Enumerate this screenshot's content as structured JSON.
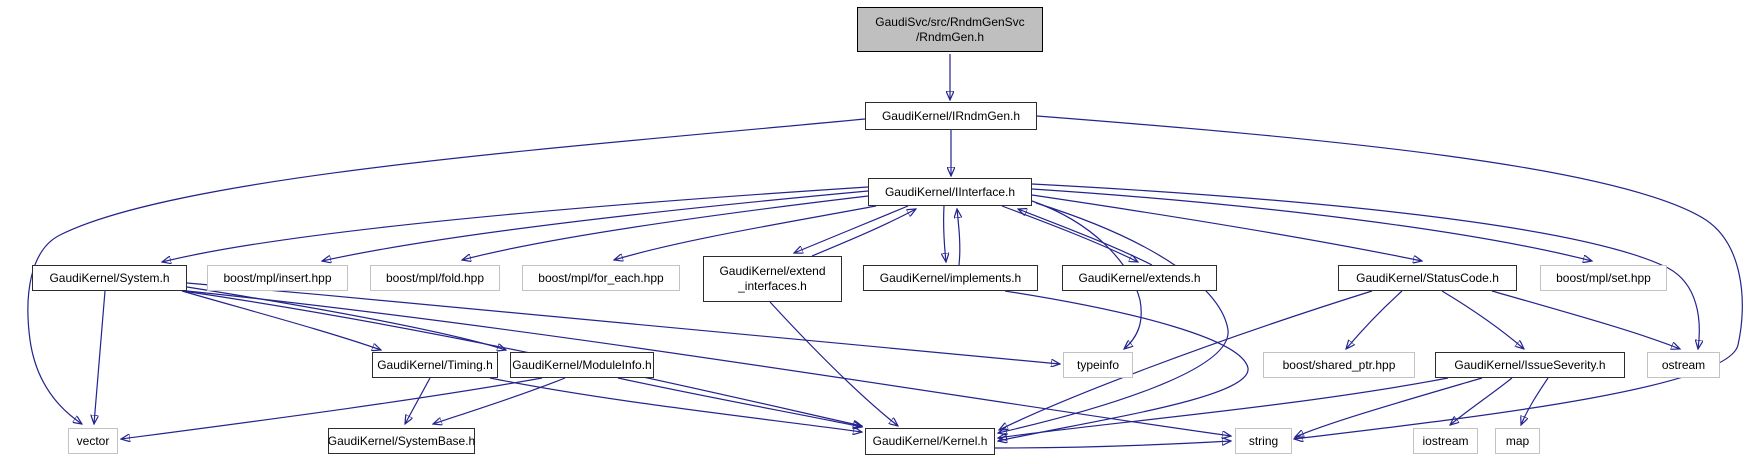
{
  "diagram": {
    "kind": "include-dependency-graph",
    "root_file": "GaudiSvc/src/RndmGenSvc/RndmGen.h"
  },
  "colors": {
    "edge": "#23238e",
    "root_fill": "#bfbfbf",
    "node_fill": "#ffffff",
    "internal_border": "#2d2d2d",
    "external_border": "#c3c3c3",
    "text": "#000000"
  },
  "nodes": {
    "rndmgen": {
      "label": "GaudiSvc/src/RndmGenSvc\n/RndmGen.h",
      "kind": "root"
    },
    "irndmgen": {
      "label": "GaudiKernel/IRndmGen.h",
      "kind": "internal"
    },
    "iinterface": {
      "label": "GaudiKernel/IInterface.h",
      "kind": "internal"
    },
    "system": {
      "label": "GaudiKernel/System.h",
      "kind": "internal"
    },
    "insert": {
      "label": "boost/mpl/insert.hpp",
      "kind": "external"
    },
    "fold": {
      "label": "boost/mpl/fold.hpp",
      "kind": "external"
    },
    "foreach": {
      "label": "boost/mpl/for_each.hpp",
      "kind": "external"
    },
    "extendint": {
      "label": "GaudiKernel/extend\n_interfaces.h",
      "kind": "internal"
    },
    "implements": {
      "label": "GaudiKernel/implements.h",
      "kind": "internal"
    },
    "extends": {
      "label": "GaudiKernel/extends.h",
      "kind": "internal"
    },
    "statuscode": {
      "label": "GaudiKernel/StatusCode.h",
      "kind": "internal"
    },
    "setpp": {
      "label": "boost/mpl/set.hpp",
      "kind": "external"
    },
    "timing": {
      "label": "GaudiKernel/Timing.h",
      "kind": "internal"
    },
    "moduleinfo": {
      "label": "GaudiKernel/ModuleInfo.h",
      "kind": "internal"
    },
    "typeinfo": {
      "label": "typeinfo",
      "kind": "external"
    },
    "sharedptr": {
      "label": "boost/shared_ptr.hpp",
      "kind": "external"
    },
    "issueseverity": {
      "label": "GaudiKernel/IssueSeverity.h",
      "kind": "internal"
    },
    "ostream": {
      "label": "ostream",
      "kind": "external"
    },
    "vector": {
      "label": "vector",
      "kind": "external"
    },
    "systembase": {
      "label": "GaudiKernel/SystemBase.h",
      "kind": "internal"
    },
    "kernel": {
      "label": "GaudiKernel/Kernel.h",
      "kind": "internal"
    },
    "string": {
      "label": "string",
      "kind": "external"
    },
    "iostream": {
      "label": "iostream",
      "kind": "external"
    },
    "map": {
      "label": "map",
      "kind": "external"
    }
  },
  "edges": [
    {
      "from": "rndmgen",
      "to": "irndmgen"
    },
    {
      "from": "irndmgen",
      "to": "iinterface"
    },
    {
      "from": "irndmgen",
      "to": "vector"
    },
    {
      "from": "irndmgen",
      "to": "string"
    },
    {
      "from": "iinterface",
      "to": "system"
    },
    {
      "from": "iinterface",
      "to": "insert"
    },
    {
      "from": "iinterface",
      "to": "fold"
    },
    {
      "from": "iinterface",
      "to": "foreach"
    },
    {
      "from": "iinterface",
      "to": "extendint"
    },
    {
      "from": "extendint",
      "to": "iinterface"
    },
    {
      "from": "iinterface",
      "to": "implements"
    },
    {
      "from": "implements",
      "to": "iinterface"
    },
    {
      "from": "iinterface",
      "to": "extends"
    },
    {
      "from": "extends",
      "to": "iinterface"
    },
    {
      "from": "iinterface",
      "to": "statuscode"
    },
    {
      "from": "iinterface",
      "to": "setpp"
    },
    {
      "from": "iinterface",
      "to": "typeinfo"
    },
    {
      "from": "iinterface",
      "to": "ostream"
    },
    {
      "from": "iinterface",
      "to": "kernel"
    },
    {
      "from": "implements",
      "to": "kernel"
    },
    {
      "from": "extendint",
      "to": "kernel"
    },
    {
      "from": "system",
      "to": "timing"
    },
    {
      "from": "system",
      "to": "moduleinfo"
    },
    {
      "from": "system",
      "to": "typeinfo"
    },
    {
      "from": "system",
      "to": "string"
    },
    {
      "from": "system",
      "to": "vector"
    },
    {
      "from": "system",
      "to": "kernel"
    },
    {
      "from": "timing",
      "to": "systembase"
    },
    {
      "from": "timing",
      "to": "kernel"
    },
    {
      "from": "moduleinfo",
      "to": "systembase"
    },
    {
      "from": "moduleinfo",
      "to": "kernel"
    },
    {
      "from": "moduleinfo",
      "to": "vector"
    },
    {
      "from": "statuscode",
      "to": "sharedptr"
    },
    {
      "from": "statuscode",
      "to": "issueseverity"
    },
    {
      "from": "statuscode",
      "to": "ostream"
    },
    {
      "from": "statuscode",
      "to": "kernel"
    },
    {
      "from": "issueseverity",
      "to": "string"
    },
    {
      "from": "issueseverity",
      "to": "iostream"
    },
    {
      "from": "issueseverity",
      "to": "map"
    },
    {
      "from": "issueseverity",
      "to": "kernel"
    },
    {
      "from": "kernel",
      "to": "string"
    }
  ]
}
